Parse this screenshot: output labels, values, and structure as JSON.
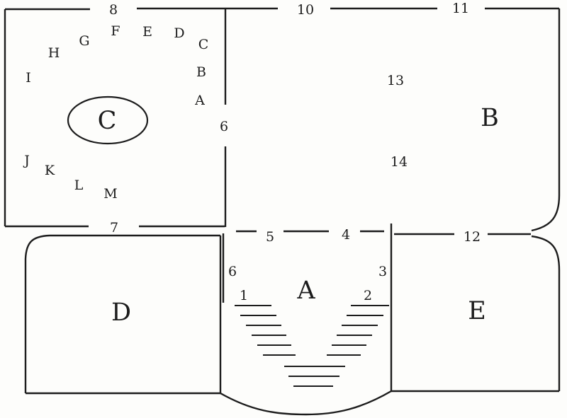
{
  "colors": {
    "ink": "#1c1c1c",
    "paper": "#fdfdfb"
  },
  "labels": {
    "door_1": "1",
    "door_2": "2",
    "door_3": "3",
    "door_4": "4",
    "door_5": "5",
    "door_6_upper": "6",
    "door_6_lower": "6",
    "door_7": "7",
    "door_8": "8",
    "door_10": "10",
    "door_11": "11",
    "door_12": "12",
    "num_13": "13",
    "num_14": "14",
    "seat_a": "A",
    "seat_b": "B",
    "seat_c": "C",
    "seat_d": "D",
    "seat_e": "E",
    "seat_f": "F",
    "seat_g": "G",
    "seat_h": "H",
    "seat_i": "I",
    "seat_j": "J",
    "seat_k": "K",
    "seat_l": "L",
    "seat_m": "M",
    "room_a": "A",
    "room_b": "B",
    "room_c": "C",
    "room_d": "D",
    "room_e": "E"
  }
}
